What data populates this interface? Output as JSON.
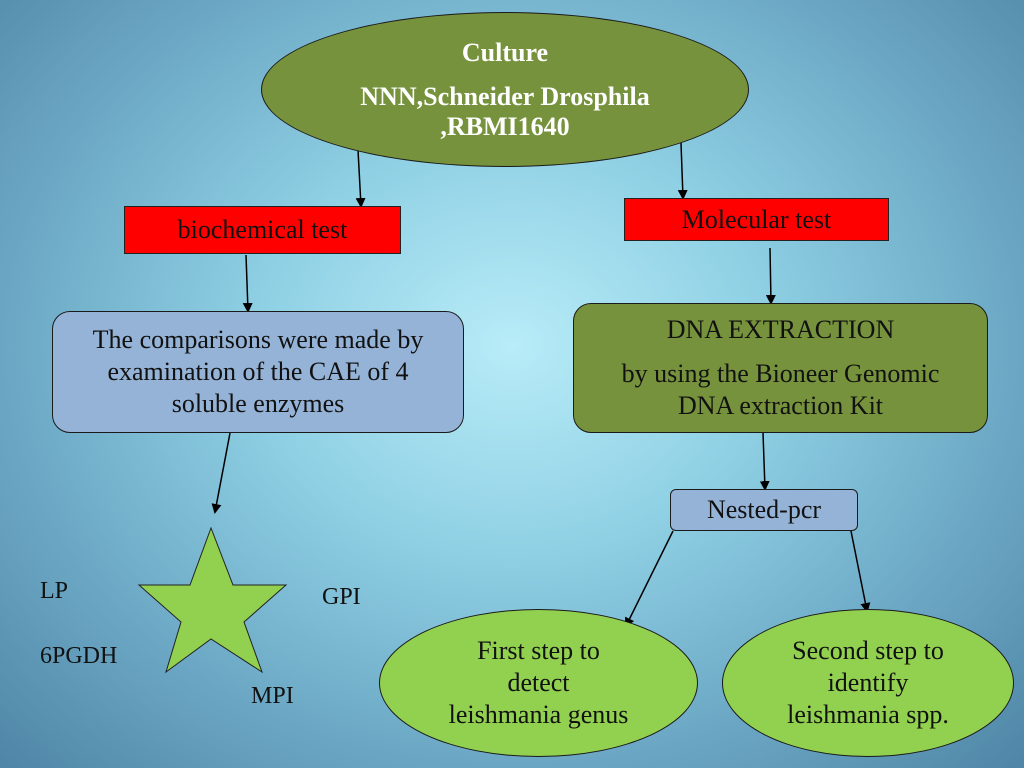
{
  "culture": {
    "title": "Culture",
    "media_line1": "NNN,Schneider Drosphila",
    "media_line2": ",RBMI1640"
  },
  "biochemical": {
    "label": "biochemical  test",
    "description_line1": "The comparisons were made by",
    "description_line2": "examination of the  CAE of 4",
    "description_line3": "soluble enzymes",
    "enzymes": {
      "lp": "LP",
      "gpi": "GPI",
      "pgdh": "6PGDH",
      "mpi": "MPI"
    }
  },
  "molecular": {
    "label": "Molecular   test",
    "extraction_title": "DNA  EXTRACTION",
    "extraction_line1": "by using the Bioneer Genomic",
    "extraction_line2": "DNA  extraction  Kit",
    "nested": "Nested-pcr",
    "step1_line1": "First step to",
    "step1_line2": "detect",
    "step1_line3": "leishmania  genus",
    "step2_line1": "Second step to",
    "step2_line2": "identify",
    "step2_line3": "leishmania  spp."
  },
  "colors": {
    "dark_olive": "#76923c",
    "light_green": "#92d050",
    "red": "#ff0000",
    "light_blue": "#95b3d7"
  }
}
